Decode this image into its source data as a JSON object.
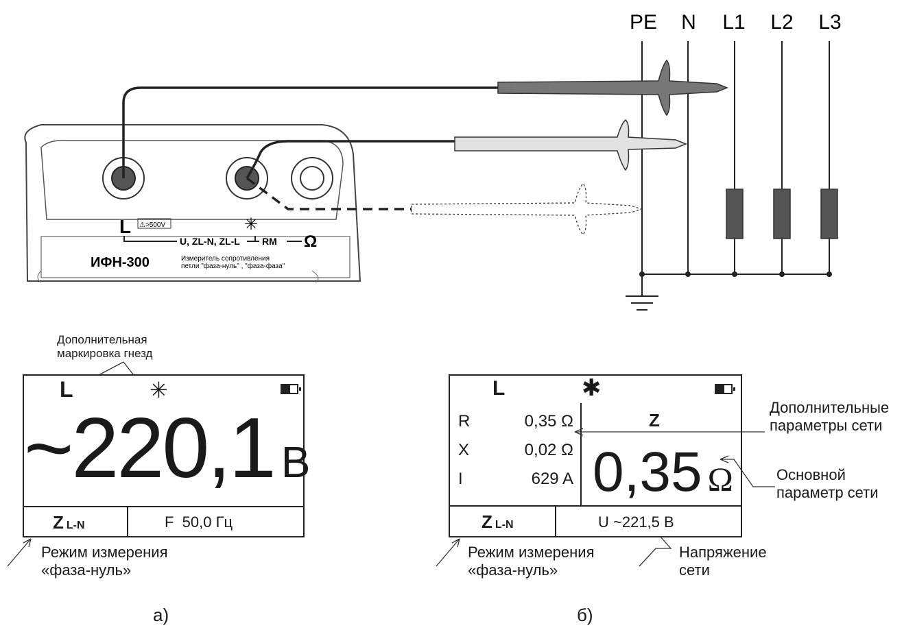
{
  "wiring": {
    "conductors": [
      "PE",
      "N",
      "L1",
      "L2",
      "L3"
    ]
  },
  "device": {
    "model": "ИФН-300",
    "desc_line1": "Измеритель сопротивления",
    "desc_line2": "петли \"фаза-нуль\" , \"фаза-фаза\"",
    "socket_l": "L",
    "warning": "⚠>500V",
    "socket_star": "✳",
    "modes_u": "U, ZL-N, ZL-L",
    "modes_rm": "RM",
    "modes_omega": "Ω"
  },
  "screen_a": {
    "annotation_line1": "Дополнительная",
    "annotation_line2": "маркировка гнезд",
    "mark_l": "L",
    "mark_star": "✳",
    "main_value": "~220,1",
    "main_unit": "В",
    "mode_main": "Z",
    "mode_sub": "L-N",
    "freq": "F  50,0 Гц",
    "note_line1": "Режим измерения",
    "note_line2": "«фаза-нуль»",
    "caption": "а)"
  },
  "screen_b": {
    "mark_l": "L",
    "mark_star": "✱",
    "rows": [
      {
        "name": "R",
        "value": "0,35 Ω"
      },
      {
        "name": "X",
        "value": "0,02 Ω"
      },
      {
        "name": "I",
        "value": "629 A"
      }
    ],
    "param_name": "Z",
    "main_value": "0,35",
    "main_unit": "Ω",
    "mode_main": "Z",
    "mode_sub": "L-N",
    "voltage": "U ~221,5 В",
    "extra_line1": "Дополнительные",
    "extra_line2": "параметры сети",
    "main_line1": "Основной",
    "main_line2": "параметр сети",
    "note_line1": "Режим измерения",
    "note_line2": "«фаза-нуль»",
    "voltage_note1": "Напряжение",
    "voltage_note2": "сети",
    "caption": "б)"
  }
}
